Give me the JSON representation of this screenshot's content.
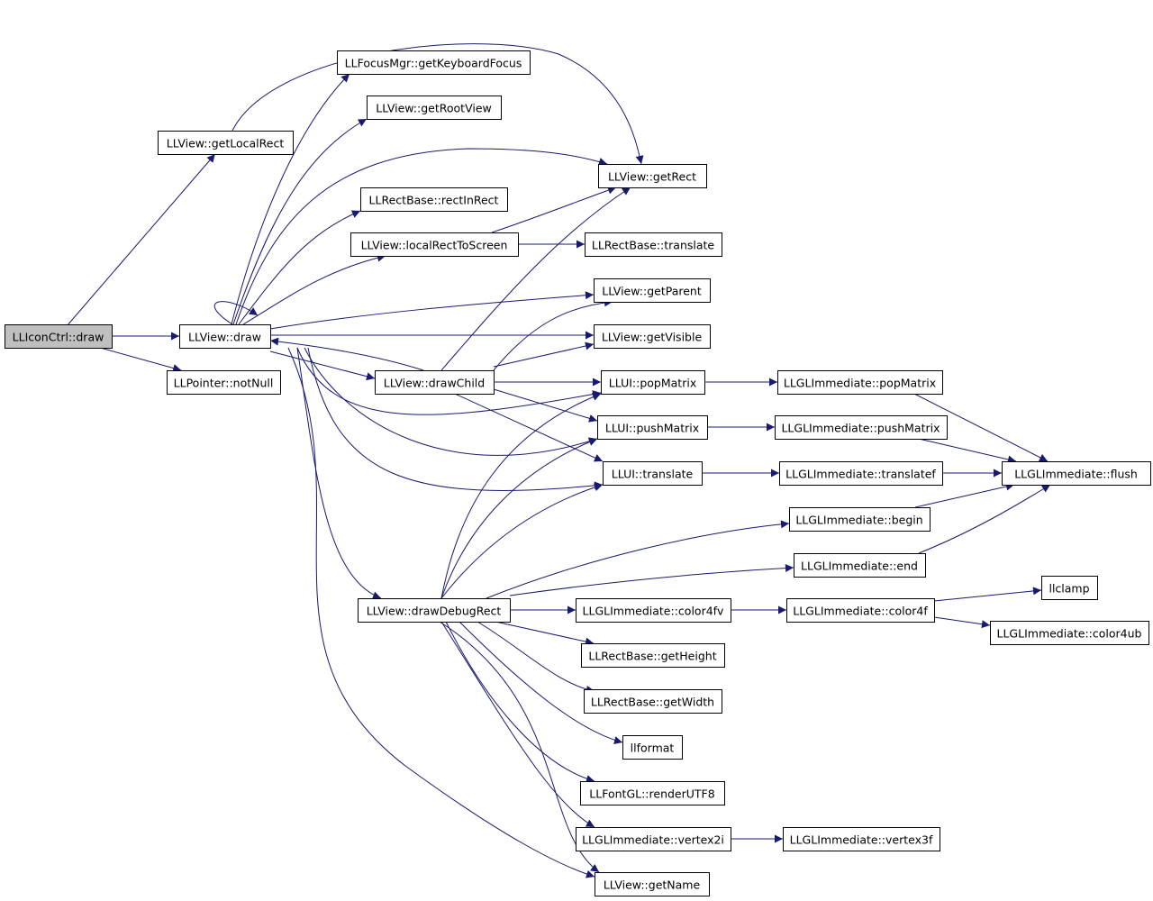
{
  "graph": {
    "colors": {
      "edge": "#191970",
      "root_fill": "#bfbfbf",
      "node_fill": "#ffffff",
      "node_border": "#000000"
    },
    "nodes": {
      "licon": {
        "label": "LLIconCtrl::draw",
        "root": true
      },
      "getlocal": {
        "label": "LLView::getLocalRect"
      },
      "vdraw": {
        "label": "LLView::draw"
      },
      "notnull": {
        "label": "LLPointer::notNull"
      },
      "focus": {
        "label": "LLFocusMgr::getKeyboardFocus"
      },
      "rootview": {
        "label": "LLView::getRootView"
      },
      "getrect": {
        "label": "LLView::getRect"
      },
      "rectin": {
        "label": "LLRectBase::rectInRect"
      },
      "local2s": {
        "label": "LLView::localRectToScreen"
      },
      "rtrans": {
        "label": "LLRectBase::translate"
      },
      "parent": {
        "label": "LLView::getParent"
      },
      "visible": {
        "label": "LLView::getVisible"
      },
      "dchild": {
        "label": "LLView::drawChild"
      },
      "pop": {
        "label": "LLUI::popMatrix"
      },
      "gpop": {
        "label": "LLGLImmediate::popMatrix"
      },
      "push": {
        "label": "LLUI::pushMatrix"
      },
      "gpush": {
        "label": "LLGLImmediate::pushMatrix"
      },
      "utrans": {
        "label": "LLUI::translate"
      },
      "gtrans": {
        "label": "LLGLImmediate::translatef"
      },
      "flush": {
        "label": "LLGLImmediate::flush"
      },
      "begin": {
        "label": "LLGLImmediate::begin"
      },
      "end": {
        "label": "LLGLImmediate::end"
      },
      "ddebug": {
        "label": "LLView::drawDebugRect"
      },
      "c4fv": {
        "label": "LLGLImmediate::color4fv"
      },
      "c4f": {
        "label": "LLGLImmediate::color4f"
      },
      "llclamp": {
        "label": "llclamp"
      },
      "c4ub": {
        "label": "LLGLImmediate::color4ub"
      },
      "height": {
        "label": "LLRectBase::getHeight"
      },
      "width": {
        "label": "LLRectBase::getWidth"
      },
      "llformat": {
        "label": "llformat"
      },
      "render": {
        "label": "LLFontGL::renderUTF8"
      },
      "v2i": {
        "label": "LLGLImmediate::vertex2i"
      },
      "v3f": {
        "label": "LLGLImmediate::vertex3f"
      },
      "getname": {
        "label": "LLView::getName"
      }
    },
    "edges": [
      [
        "licon",
        "getlocal"
      ],
      [
        "licon",
        "vdraw"
      ],
      [
        "licon",
        "notnull"
      ],
      [
        "getlocal",
        "getrect"
      ],
      [
        "vdraw",
        "vdraw"
      ],
      [
        "vdraw",
        "focus"
      ],
      [
        "vdraw",
        "rootview"
      ],
      [
        "vdraw",
        "getrect"
      ],
      [
        "vdraw",
        "rectin"
      ],
      [
        "vdraw",
        "local2s"
      ],
      [
        "vdraw",
        "parent"
      ],
      [
        "vdraw",
        "visible"
      ],
      [
        "vdraw",
        "dchild"
      ],
      [
        "vdraw",
        "pop"
      ],
      [
        "vdraw",
        "push"
      ],
      [
        "vdraw",
        "utrans"
      ],
      [
        "vdraw",
        "ddebug"
      ],
      [
        "vdraw",
        "getname"
      ],
      [
        "local2s",
        "rtrans"
      ],
      [
        "local2s",
        "getrect"
      ],
      [
        "dchild",
        "vdraw"
      ],
      [
        "dchild",
        "parent"
      ],
      [
        "dchild",
        "visible"
      ],
      [
        "dchild",
        "getrect"
      ],
      [
        "dchild",
        "pop"
      ],
      [
        "dchild",
        "push"
      ],
      [
        "dchild",
        "utrans"
      ],
      [
        "pop",
        "gpop"
      ],
      [
        "push",
        "gpush"
      ],
      [
        "utrans",
        "gtrans"
      ],
      [
        "gpop",
        "flush"
      ],
      [
        "gpush",
        "flush"
      ],
      [
        "gtrans",
        "flush"
      ],
      [
        "begin",
        "flush"
      ],
      [
        "end",
        "flush"
      ],
      [
        "ddebug",
        "pop"
      ],
      [
        "ddebug",
        "push"
      ],
      [
        "ddebug",
        "utrans"
      ],
      [
        "ddebug",
        "begin"
      ],
      [
        "ddebug",
        "end"
      ],
      [
        "ddebug",
        "c4fv"
      ],
      [
        "ddebug",
        "height"
      ],
      [
        "ddebug",
        "width"
      ],
      [
        "ddebug",
        "llformat"
      ],
      [
        "ddebug",
        "render"
      ],
      [
        "ddebug",
        "v2i"
      ],
      [
        "ddebug",
        "getname"
      ],
      [
        "c4fv",
        "c4f"
      ],
      [
        "c4f",
        "llclamp"
      ],
      [
        "c4f",
        "c4ub"
      ],
      [
        "v2i",
        "v3f"
      ]
    ]
  }
}
